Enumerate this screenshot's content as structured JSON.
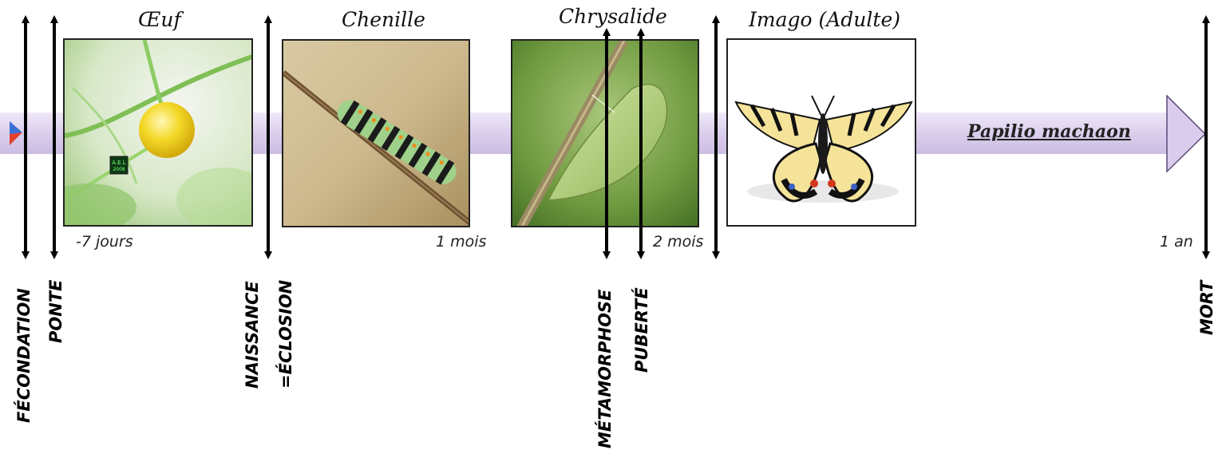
{
  "stages": {
    "oeuf": "Œuf",
    "chenille": "Chenille",
    "chrysalide": "Chrysalide",
    "imago": "Imago (Adulte)"
  },
  "times": {
    "t1": "-7 jours",
    "t2": "1 mois",
    "t3": "2 mois",
    "t4": "1 an"
  },
  "events": {
    "fecondation": "FÉCONDATION",
    "ponte": "PONTE",
    "naissance": "NAISSANCE",
    "eclosion": "=ÉCLOSION",
    "metamorphose": "MÉTAMORPHOSE",
    "puberte": "PUBERTÉ",
    "mort": "MORT"
  },
  "species": "Papilio machaon",
  "photo_stamp": "A.E.L 2008",
  "colors": {
    "band": "#d9ccec",
    "arrow": "#000000",
    "egg": "#f2d21f",
    "foliage": "#8fc46a"
  }
}
